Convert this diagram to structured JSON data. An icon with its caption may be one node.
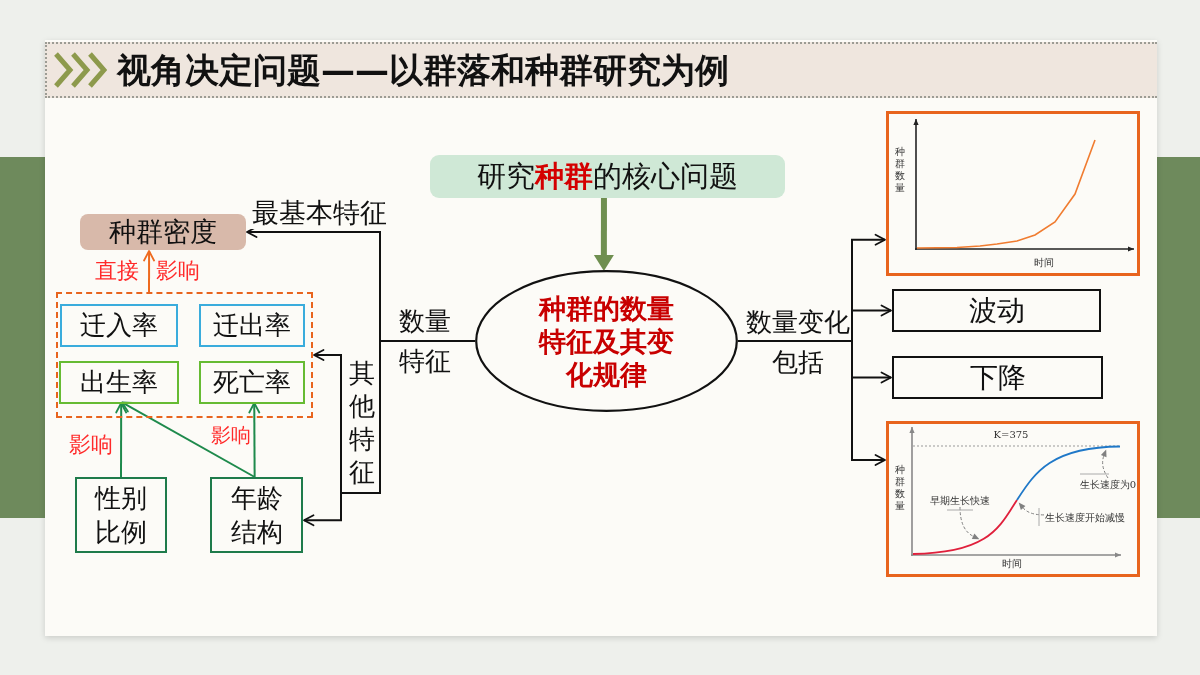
{
  "diagram": {
    "title": "视角决定问题——以群落和种群研究为例",
    "nodes": [
      {
        "text": [
          "研究**种群**的核心问题"
        ]
      },
      {
        "text": [
          "种群的数量特征及其变化规律"
        ]
      },
      {
        "text": [
          "种群密度"
        ]
      },
      {
        "text": [],
        "shape": "box"
      },
      {
        "text": [
          "迁入率"
        ],
        "in": 3
      },
      {
        "text": [
          "迁出率"
        ],
        "in": 3
      },
      {
        "text": [
          "出生率"
        ],
        "in": 3
      },
      {
        "text": [
          "死亡率"
        ],
        "in": 3
      },
      {
        "text": [
          "性别比例"
        ]
      },
      {
        "text": [
          "年龄结构"
        ]
      },
      {
        "text": [
          "种群数量",
          "时间"
        ]
      },
      {
        "text": [
          "波动"
        ]
      },
      {
        "text": [
          "下降"
        ]
      },
      {
        "text": [
          "K=375",
          "种群数量",
          "时间"
        ]
      },
      {
        "text": [
          "早期生长快速"
        ],
        "in": 13
      },
      {
        "text": [
          "生长速度开始减慢"
        ],
        "in": 13
      },
      {
        "text": [
          "生长速度为0"
        ],
        "in": 13
      }
    ],
    "edges": [
      {
        "from": 0,
        "to": 1,
        "arrow": "to",
        "style": "thick",
        "color": "#6f8f50"
      },
      {
        "from": 1,
        "to": 2,
        "arrow": "to",
        "label": "最基本特征"
      },
      {
        "from": 1,
        "to": 3,
        "arrow": "to",
        "label": "其他特征"
      },
      {
        "from": 1,
        "to": 9,
        "arrow": "to"
      },
      {
        "from": 1,
        "to": 10,
        "arrow": "to"
      },
      {
        "from": 1,
        "to": 11,
        "arrow": "to"
      },
      {
        "from": 1,
        "to": 12,
        "arrow": "to"
      },
      {
        "from": 1,
        "to": 13,
        "arrow": "to"
      },
      {
        "from": 3,
        "to": 2,
        "arrow": "to",
        "color": "#ee6a1e"
      },
      {
        "from": 8,
        "to": 6,
        "arrow": "to",
        "label": "影响",
        "color": "#1e8a4c"
      },
      {
        "from": 9,
        "to": 6,
        "arrow": "to",
        "color": "#1e8a4c"
      },
      {
        "from": 9,
        "to": 7,
        "arrow": "to",
        "label": "影响",
        "color": "#1e8a4c"
      },
      {
        "from": 14,
        "to": null,
        "arrow": "to",
        "style": "dashed",
        "color": "#808080"
      },
      {
        "from": 15,
        "to": null,
        "arrow": "to",
        "style": "dashed",
        "color": "#808080"
      },
      {
        "from": 16,
        "to": null,
        "arrow": "to",
        "style": "dashed",
        "color": "#808080"
      }
    ],
    "labels": [
      "直接",
      "影响",
      "数量特征",
      "数量变化包括"
    ]
  }
}
